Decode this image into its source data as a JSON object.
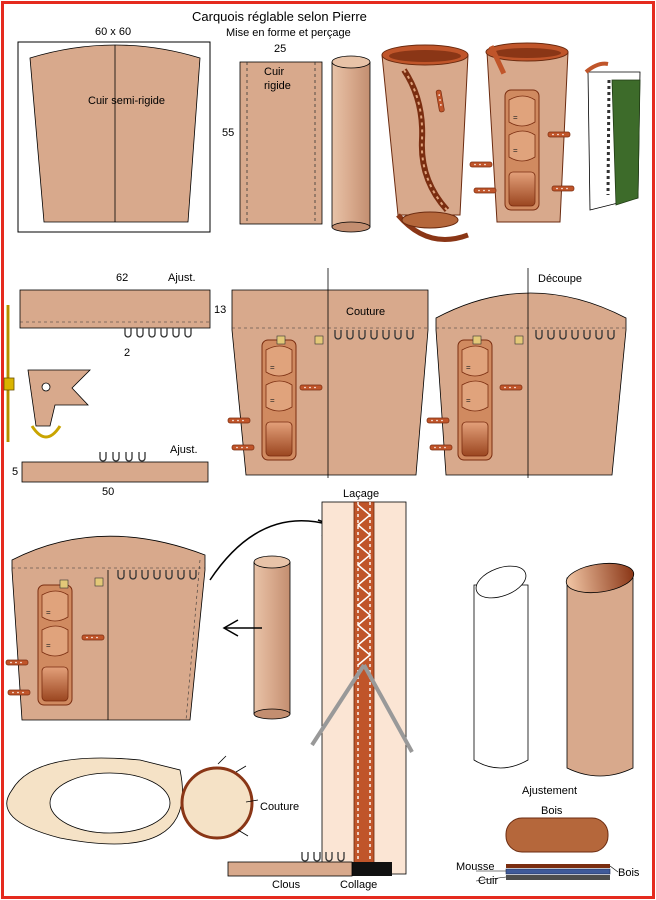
{
  "title": "Carquois réglable selon Pierre",
  "subtitle": "Mise en forme et perçage",
  "labels": {
    "dim_60x60": "60 x 60",
    "cuir_semi_rigide": "Cuir semi-rigide",
    "dim_25": "25",
    "cuir": "Cuir",
    "rigide": "rigide",
    "dim_55": "55",
    "dim_62": "62",
    "ajust_1": "Ajust.",
    "dim_13": "13",
    "dim_2": "2",
    "couture_1": "Couture",
    "decoupe": "Découpe",
    "ajust_2": "Ajust.",
    "dim_5": "5",
    "dim_50": "50",
    "lacage": "Laçage",
    "couture_2": "Couture",
    "ajustement": "Ajustement",
    "bois_1": "Bois",
    "mousse": "Mousse",
    "cuir_2": "Cuir",
    "bois_2": "Bois",
    "clous": "Clous",
    "collage": "Collage"
  },
  "colors": {
    "border": "#e52a1e",
    "leather": "#d8a98c",
    "leather_dark": "#b5673b",
    "strap": "#c0552a",
    "strap_dark": "#8a3616",
    "green": "#3d6b2a",
    "mousse_blue": "#3f5a9a"
  }
}
